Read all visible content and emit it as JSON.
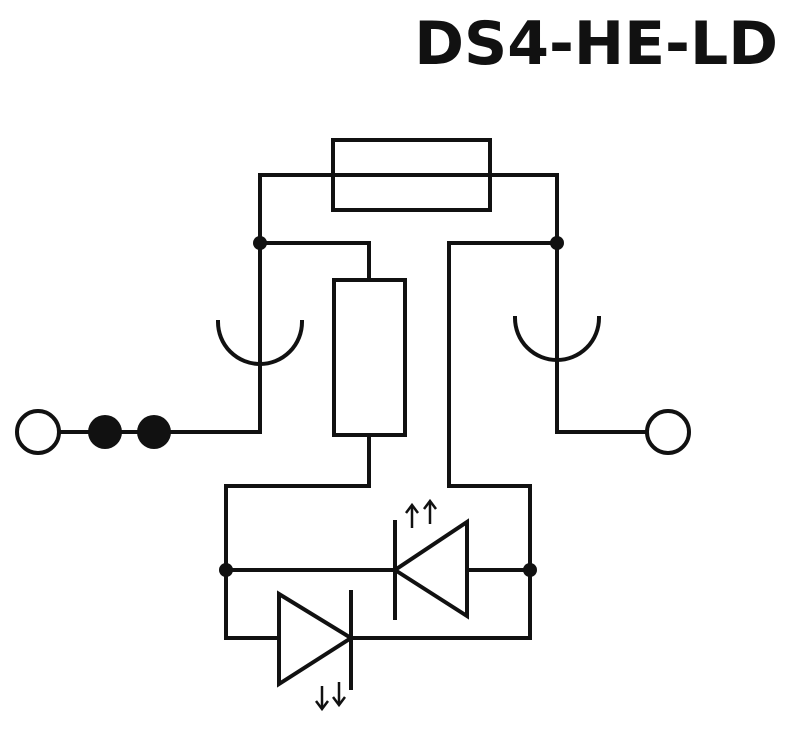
{
  "title": "DS4-HE-LD",
  "colors": {
    "line": "#111111",
    "background": "#ffffff"
  },
  "components": [
    "fuse-element",
    "resistor",
    "led-indicator",
    "protection-diode",
    "terminal-left",
    "terminal-right",
    "contact-left",
    "contact-right"
  ]
}
